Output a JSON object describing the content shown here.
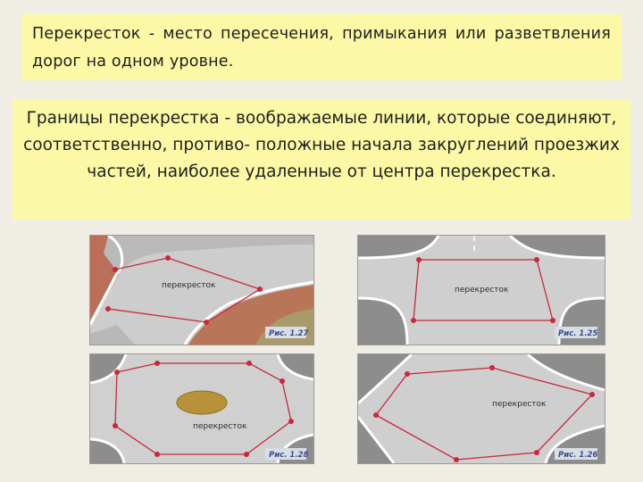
{
  "definition_text": "Перекресток - место пересечения, примыкания или разветвления дорог на одном уровне.",
  "borders_text": "Границы перекрестка - воображаемые линии, которые соединяют, соответственно, противо- положные начала закруглений проезжих частей, наиболее удаленные от центра перекрестка.",
  "figures": [
    {
      "label": "перекресток",
      "caption": "Рис. 1.27"
    },
    {
      "label": "перекресток",
      "caption": "Рис. 1.25"
    },
    {
      "label": "перекресток",
      "caption": "Рис. 1.28"
    },
    {
      "label": "перекресток",
      "caption": "Рис. 1.26"
    }
  ],
  "colors": {
    "highlight": "#fbf9a6",
    "boundary_line": "#c8283a",
    "road": "#cfcfcf",
    "sidewalk": "#8d8d8d",
    "curb": "#ffffff",
    "terracotta": "#b97557",
    "sand": "#b39a60"
  }
}
